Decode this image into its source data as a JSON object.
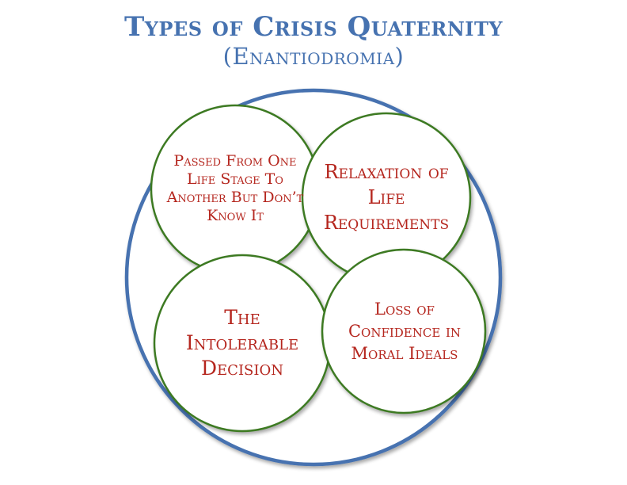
{
  "title": "Types of Crisis Quaternity",
  "subtitle": "(Enantiodromia)",
  "circles": [
    {
      "label": "Passed From One Life Stage To Another But Don’t Know It"
    },
    {
      "label": "Relaxation of Life Requirements"
    },
    {
      "label": "The Intolerable Decision"
    },
    {
      "label": "Loss of Confidence in Moral Ideals"
    }
  ],
  "colors": {
    "title": "#4672b0",
    "outer_ring": "#4672b0",
    "inner_ring": "#3d7a24",
    "label_text": "#b5261e"
  }
}
